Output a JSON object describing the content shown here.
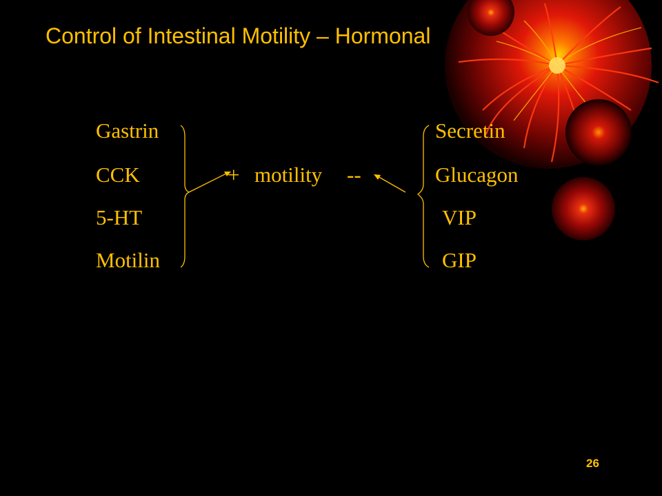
{
  "slide": {
    "title": "Control of Intestinal Motility – Hormonal",
    "page_number": "26",
    "text_color": "#FFC000",
    "background_color": "#000000",
    "decoration": "red-fireworks-burst"
  },
  "diagram": {
    "left_group": {
      "items": [
        "Gastrin",
        "CCK",
        "5-HT",
        "Motilin"
      ],
      "effect": "+"
    },
    "center": {
      "plus": "+",
      "label": "motility",
      "minus": "--"
    },
    "right_group": {
      "items": [
        "Secretin",
        "Glucagon",
        "VIP",
        "GIP"
      ],
      "effect": "--"
    }
  }
}
